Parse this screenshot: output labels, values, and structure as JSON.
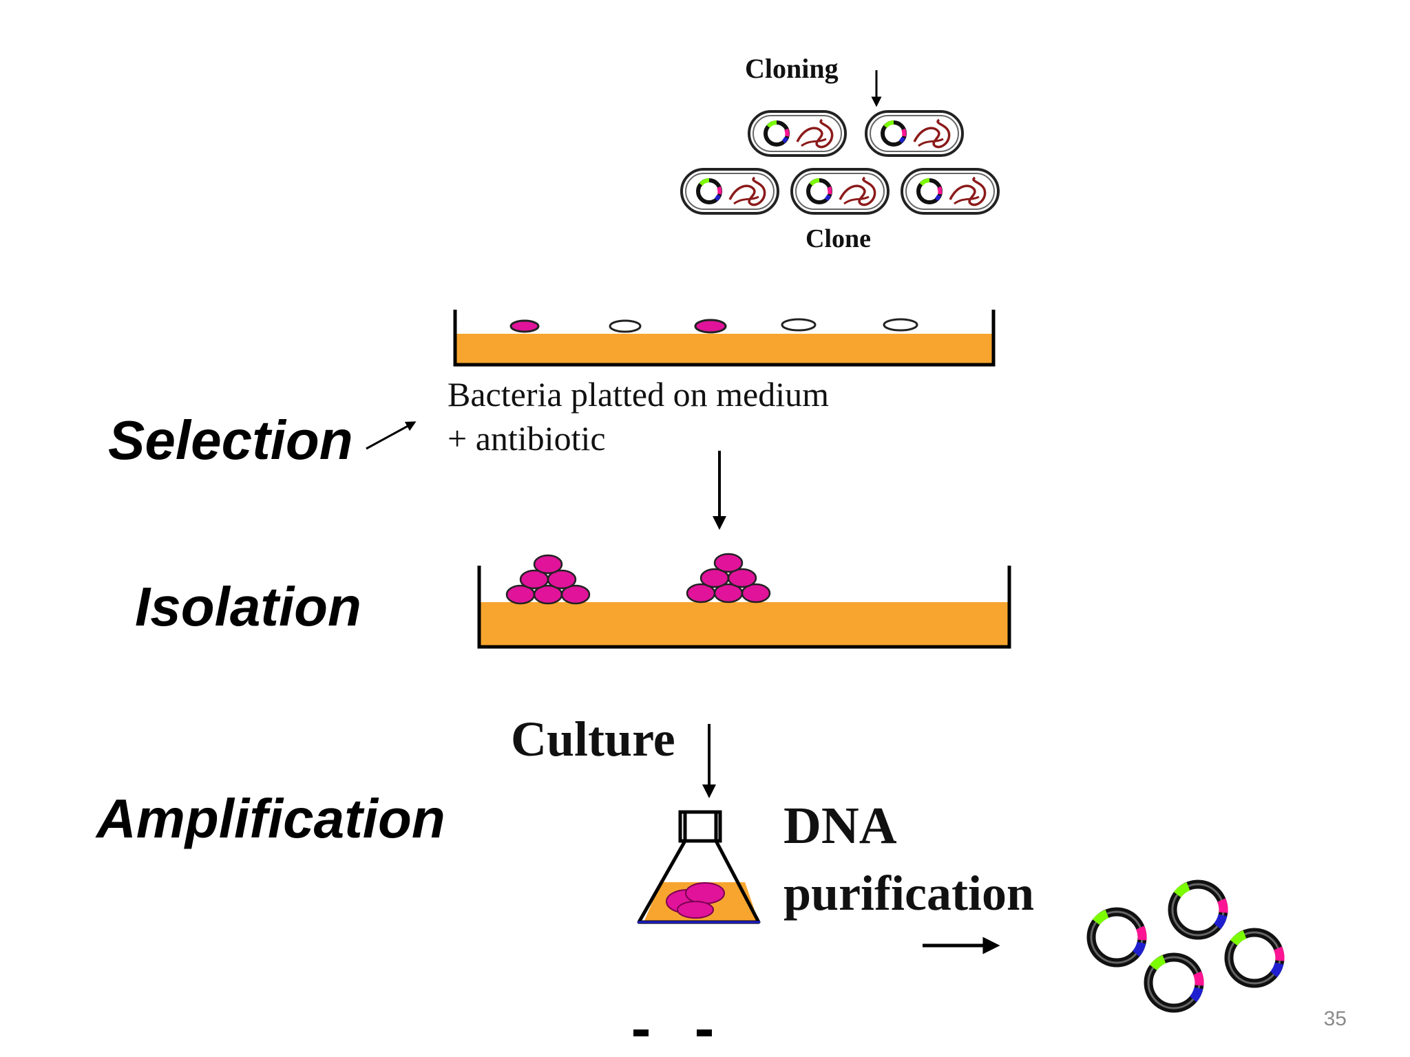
{
  "labels": {
    "selection": "Selection",
    "isolation": "Isolation",
    "amplification": "Amplification"
  },
  "diagram": {
    "cloning": "Cloning",
    "clone": "Clone",
    "plate_caption_line1": "Bacteria platted on medium",
    "plate_caption_line2": "+ antibiotic",
    "culture": "Culture",
    "dna_line1": "DNA",
    "dna_line2": "purification"
  },
  "colors": {
    "medium": "#F7A52F",
    "colony": "#E0139A",
    "plasmid_green": "#7CFC00",
    "plasmid_magenta": "#FF1493",
    "plasmid_blue": "#1F1FD0",
    "genome_red": "#8B1A1A"
  },
  "page_number": "35"
}
